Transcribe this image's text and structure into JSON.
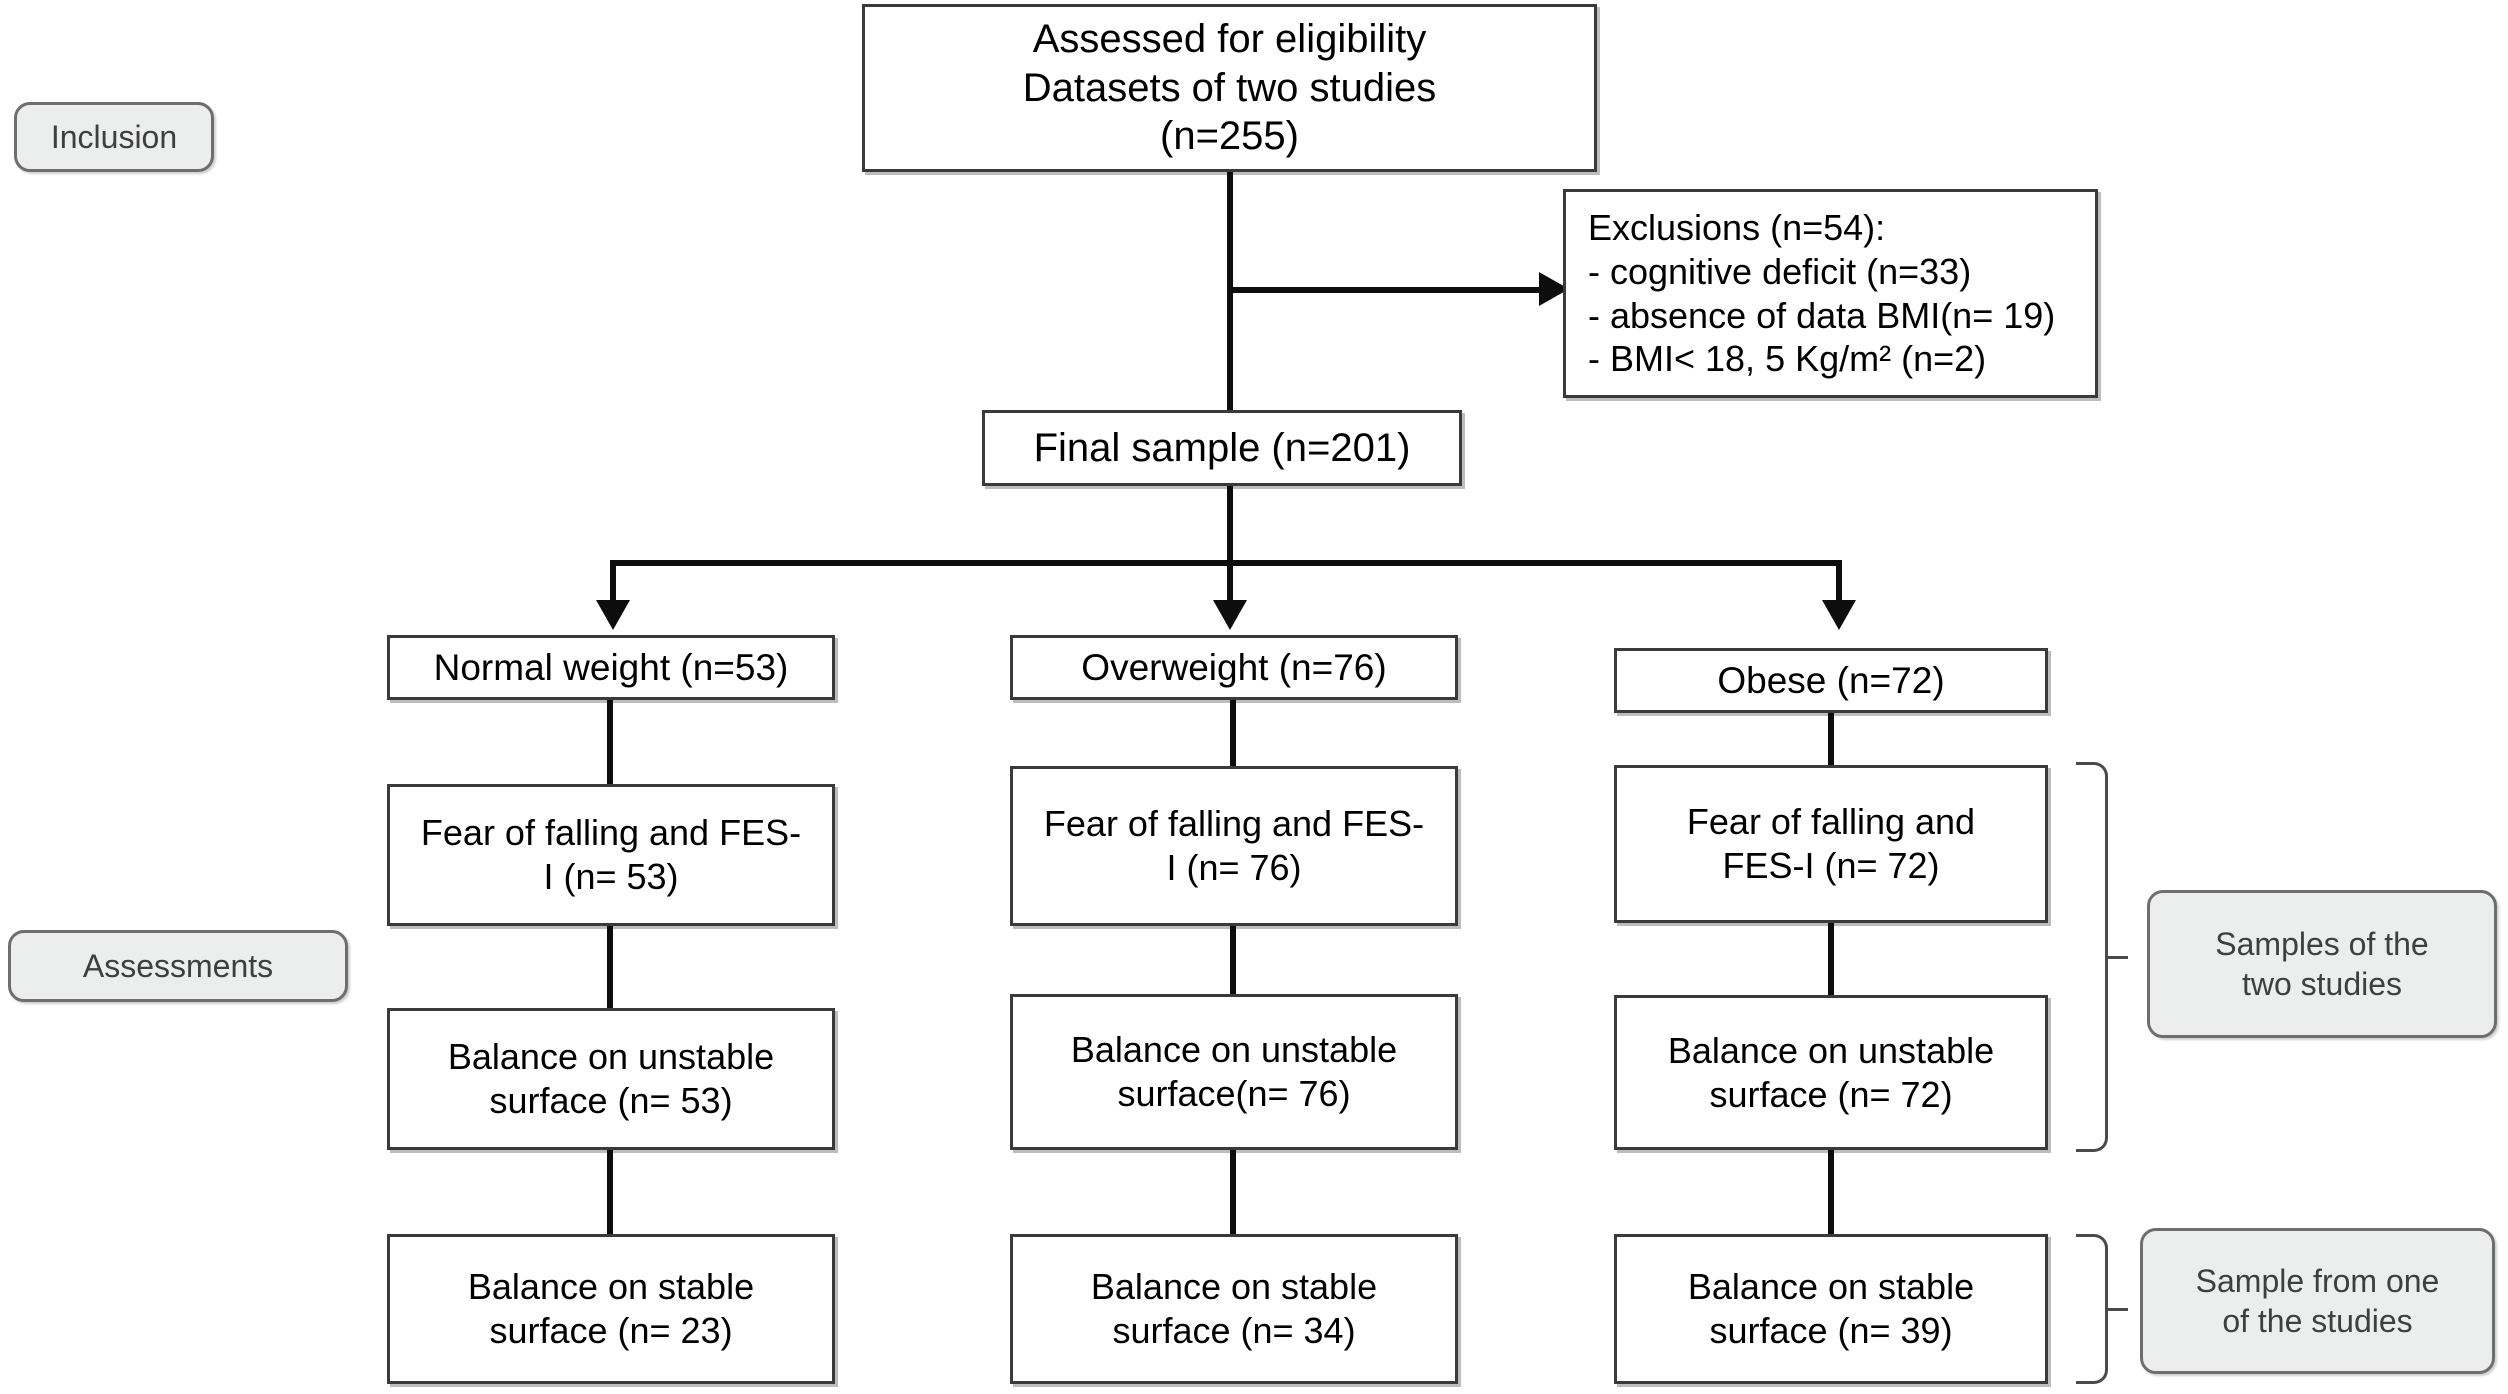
{
  "diagram": {
    "title_box": {
      "label": "Assessed for eligibility\nDatasets of two studies\n(n=255)"
    },
    "exclusions_box": {
      "label": "Exclusions (n=54):\n-  cognitive deficit (n=33)\n-  absence of data BMI(n= 19)\n-  BMI< 18, 5 Kg/m² (n=2)"
    },
    "final_sample_box": {
      "label": "Final sample (n=201)"
    },
    "stage_labels": [
      {
        "id": "inclusion",
        "label": "Inclusion"
      },
      {
        "id": "assessments",
        "label": "Assessments"
      }
    ],
    "side_annotations": [
      {
        "id": "samples-two-studies",
        "label": "Samples of the\ntwo studies"
      },
      {
        "id": "sample-one-study",
        "label": "Sample from one\nof the studies"
      }
    ],
    "columns": [
      {
        "id": "normal-weight",
        "group": "Normal weight (n=53)",
        "rows": [
          "Fear of falling and FES-\nI (n= 53)",
          "Balance on unstable\nsurface (n= 53)",
          "Balance on stable\nsurface (n= 23)"
        ]
      },
      {
        "id": "overweight",
        "group": "Overweight  (n=76)",
        "rows": [
          "Fear of falling and FES-\nI (n= 76)",
          "Balance on unstable\nsurface(n= 76)",
          "Balance on stable\nsurface (n= 34)"
        ]
      },
      {
        "id": "obese",
        "group": "Obese  (n=72)",
        "rows": [
          "Fear of falling and\nFES-I (n= 72)",
          "Balance on unstable\nsurface (n= 72)",
          "Balance on stable\nsurface (n= 39)"
        ]
      }
    ],
    "colors": {
      "box_border": "#3a3a3a",
      "box_fill": "#ffffff",
      "pill_fill": "#eceeee",
      "pill_border": "#6e6e6e",
      "connector": "#0d0d0d",
      "text": "#000000"
    }
  }
}
